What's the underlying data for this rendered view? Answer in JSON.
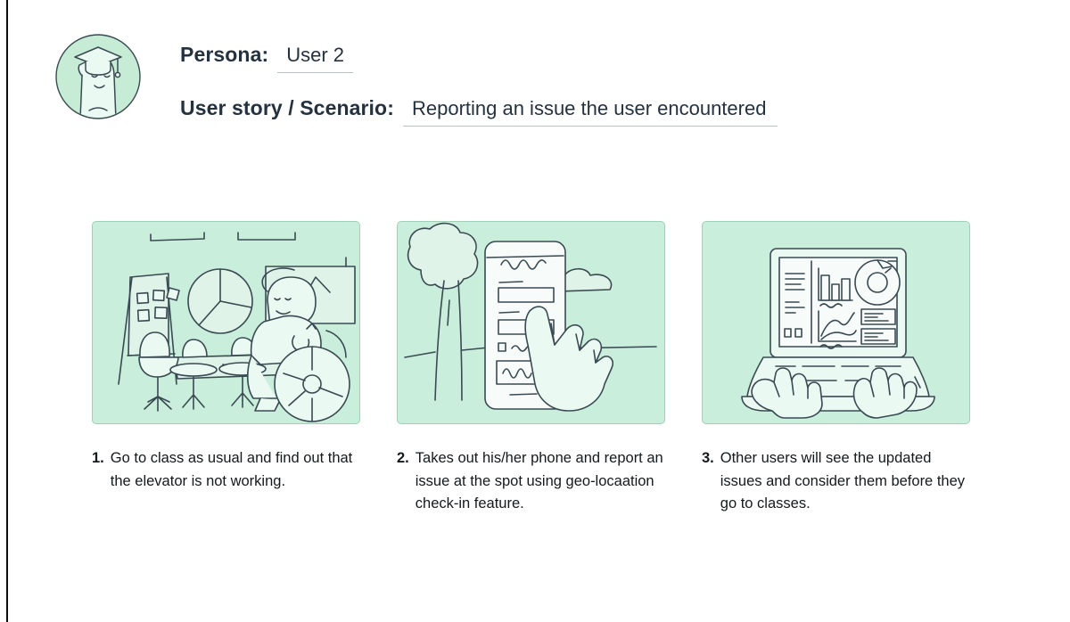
{
  "colors": {
    "panel_bg": "#caeedc",
    "panel_border": "#9fcfb8",
    "ink": "#3a4a52",
    "paper": "#f7fbfa",
    "label_text": "#243240",
    "underline": "#b9bfc4",
    "caption_text": "#16191c",
    "avatar_bg": "#c6ecd6",
    "avatar_body": "#eafaf2",
    "rule": "#0d0d0d"
  },
  "avatar": {
    "name": "graduate-persona-avatar",
    "description": "graduate character wearing mortarboard cap"
  },
  "header": {
    "persona": {
      "label": "Persona:",
      "value": "User 2"
    },
    "scenario": {
      "label": "User story / Scenario:",
      "value": "Reporting an issue the user encountered"
    }
  },
  "storyboard": {
    "panels": [
      {
        "number": "1.",
        "caption": "Go to class as usual and find out that the elevator is not working.",
        "scene": "classroom-scene",
        "scene_description": "Classroom with flipchart of sticky notes, pie chart, line graph screen, meeting table with chairs, and a student in a wheelchair",
        "elements": [
          "ceiling-lights",
          "flipchart",
          "sticky-notes",
          "pie-chart",
          "line-graph-screen",
          "table",
          "chairs",
          "wheelchair-user"
        ]
      },
      {
        "number": "2.",
        "caption": "Takes out his/her phone and report an issue at the spot using geo-locaation check-in feature.",
        "scene": "phone-reporting-scene",
        "scene_description": "Hand tapping a smartphone form outdoors beside a tree with a horizon line and cloud",
        "elements": [
          "tree",
          "cloud",
          "horizon-line",
          "smartphone",
          "form-fields",
          "pointing-hand"
        ]
      },
      {
        "number": "3.",
        "caption": "Other users will see the updated issues and consider them before they go to classes.",
        "scene": "laptop-dashboard-scene",
        "scene_description": "Laptop displaying a dashboard with bar chart, donut chart, line chart and text cards, with two hands typing on the keyboard",
        "elements": [
          "laptop",
          "dashboard",
          "bar-chart",
          "donut-chart",
          "line-chart",
          "text-cards",
          "typing-hands"
        ]
      }
    ]
  }
}
